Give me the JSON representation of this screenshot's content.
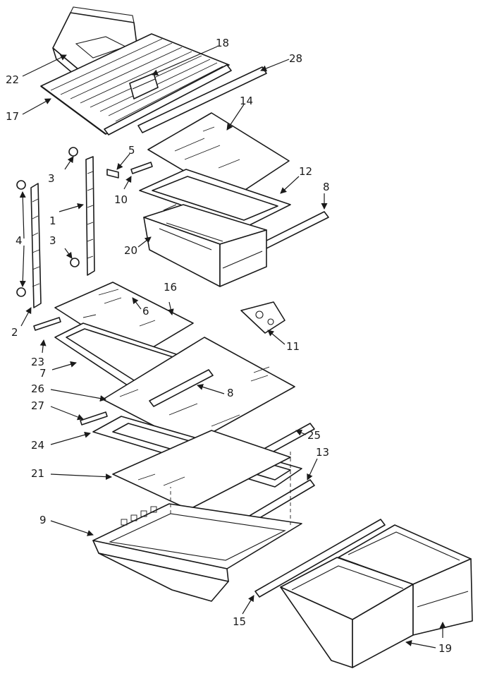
{
  "callouts": {
    "c1": "1",
    "c2": "2",
    "c3a": "3",
    "c3b": "3",
    "c4": "4",
    "c5": "5",
    "c6": "6",
    "c7": "7",
    "c8a": "8",
    "c8b": "8",
    "c9": "9",
    "c10": "10",
    "c11": "11",
    "c12": "12",
    "c13": "13",
    "c14": "14",
    "c15": "15",
    "c16": "16",
    "c17": "17",
    "c18": "18",
    "c19": "19",
    "c20": "20",
    "c21": "21",
    "c22": "22",
    "c23": "23",
    "c24": "24",
    "c25": "25",
    "c26": "26",
    "c27": "27",
    "c28": "28"
  }
}
